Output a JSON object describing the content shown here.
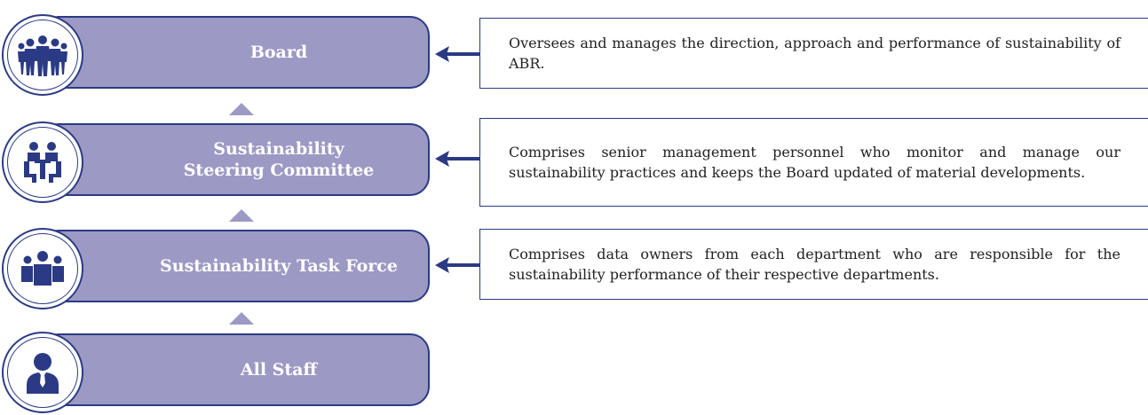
{
  "colors": {
    "navy": "#2b3a84",
    "pill_fill": "#9c9ac4",
    "text": "#222222"
  },
  "tiers": [
    {
      "title": "Board",
      "icon": "group-of-people-icon"
    },
    {
      "title": "Sustainability\nSteering Committee",
      "icon": "meeting-table-icon"
    },
    {
      "title": "Sustainability Task Force",
      "icon": "team-icon"
    },
    {
      "title": "All Staff",
      "icon": "person-icon"
    }
  ],
  "descriptions": [
    "Oversees and manages the direction, approach and performance of sustainability of ABR.",
    "Comprises senior management personnel who monitor and manage our sustainability practices and keeps the Board updated of material developments.",
    "Comprises data owners from each department who are responsible for the sustainability performance of their respective departments."
  ]
}
